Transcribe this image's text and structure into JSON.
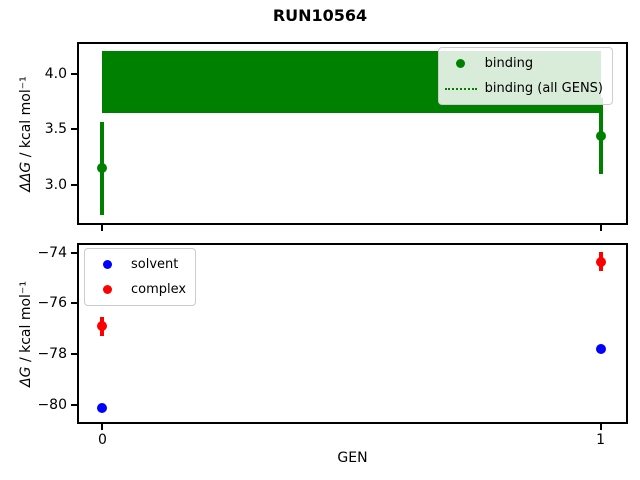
{
  "figure": {
    "title": "RUN10564",
    "background": "#ffffff",
    "accent_colors": {
      "green": "#008000",
      "blue": "#0000ff",
      "red": "#ff0000"
    }
  },
  "chart_data": [
    {
      "type": "scatter",
      "subtype": "errorbar",
      "title": "RUN10564",
      "xlabel": "",
      "ylabel": "ΔΔG / kcal mol⁻¹",
      "ylabel_var": "ΔΔG",
      "ylabel_units": " / kcal mol⁻¹",
      "xlim": [
        -0.047,
        1.047
      ],
      "ylim": [
        2.655,
        4.27
      ],
      "grid": false,
      "yticks": [
        {
          "value": 4.0,
          "label": "4.0"
        },
        {
          "value": 3.5,
          "label": "3.5"
        },
        {
          "value": 3.0,
          "label": "3.0"
        }
      ],
      "xticks": [
        {
          "value": 0,
          "label": ""
        },
        {
          "value": 1,
          "label": ""
        }
      ],
      "band": {
        "label": "binding (all GENS)",
        "color": "#008000",
        "x0": 0,
        "x1": 1,
        "y_low": 3.65,
        "y_high": 4.21
      },
      "series": [
        {
          "name": "binding",
          "color": "#008000",
          "marker": "circle",
          "points": [
            {
              "x": 0,
              "y": 3.15,
              "yerr": 0.42
            },
            {
              "x": 1,
              "y": 3.44,
              "yerr": 0.34
            }
          ]
        }
      ],
      "legend": {
        "location": "upper right",
        "entries": [
          {
            "label": "binding",
            "glyph": "dot",
            "color": "#008000"
          },
          {
            "label": "binding (all GENS)",
            "glyph": "dotted-line",
            "color": "#008000"
          }
        ]
      }
    },
    {
      "type": "scatter",
      "subtype": "errorbar",
      "xlabel": "GEN",
      "ylabel": "ΔG / kcal mol⁻¹",
      "ylabel_var": "ΔG",
      "ylabel_units": " / kcal mol⁻¹",
      "xlim": [
        -0.047,
        1.047
      ],
      "ylim": [
        -80.66,
        -73.7
      ],
      "grid": false,
      "yticks": [
        {
          "value": -74,
          "label": "−74"
        },
        {
          "value": -76,
          "label": "−76"
        },
        {
          "value": -78,
          "label": "−78"
        },
        {
          "value": -80,
          "label": "−80"
        }
      ],
      "xticks": [
        {
          "value": 0,
          "label": "0"
        },
        {
          "value": 1,
          "label": "1"
        }
      ],
      "series": [
        {
          "name": "solvent",
          "color": "#0000ff",
          "marker": "circle",
          "points": [
            {
              "x": 0,
              "y": -80.1,
              "yerr": 0.12
            },
            {
              "x": 1,
              "y": -77.8,
              "yerr": 0.1
            }
          ]
        },
        {
          "name": "complex",
          "color": "#ff0000",
          "marker": "circle",
          "points": [
            {
              "x": 0,
              "y": -76.9,
              "yerr": 0.36
            },
            {
              "x": 1,
              "y": -74.35,
              "yerr": 0.38
            }
          ]
        }
      ],
      "legend": {
        "location": "upper left",
        "entries": [
          {
            "label": "solvent",
            "glyph": "dot",
            "color": "#0000ff"
          },
          {
            "label": "complex",
            "glyph": "dot",
            "color": "#ff0000"
          }
        ]
      }
    }
  ]
}
